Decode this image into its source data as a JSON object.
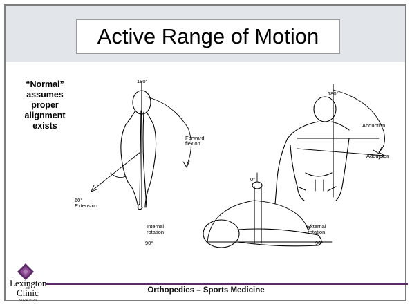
{
  "slide": {
    "title": "Active Range of Motion",
    "note_lines": [
      "“Normal”",
      "assumes",
      "proper",
      "alignment",
      "exists"
    ],
    "footer": "Orthopedics – Sports Medicine"
  },
  "figure": {
    "flexion_top": "180°",
    "forward_flexion": [
      "Forward",
      "flexion"
    ],
    "extension": [
      "60°",
      "Extension"
    ],
    "abduction_top": "180°",
    "abduction": "Abduction",
    "adduction": "Adduction",
    "rotation_top": "0°",
    "internal_rotation": [
      "Internal",
      "rotation"
    ],
    "internal_90": "90°",
    "external_rotation": [
      "External",
      "rotation"
    ],
    "external_90": "90°"
  },
  "logo": {
    "name": "Lexington",
    "of": "of",
    "clinic": "Clinic",
    "since": "Since 1920",
    "colors": [
      "#5a2b66",
      "#8b4a92",
      "#b07cb6"
    ]
  }
}
